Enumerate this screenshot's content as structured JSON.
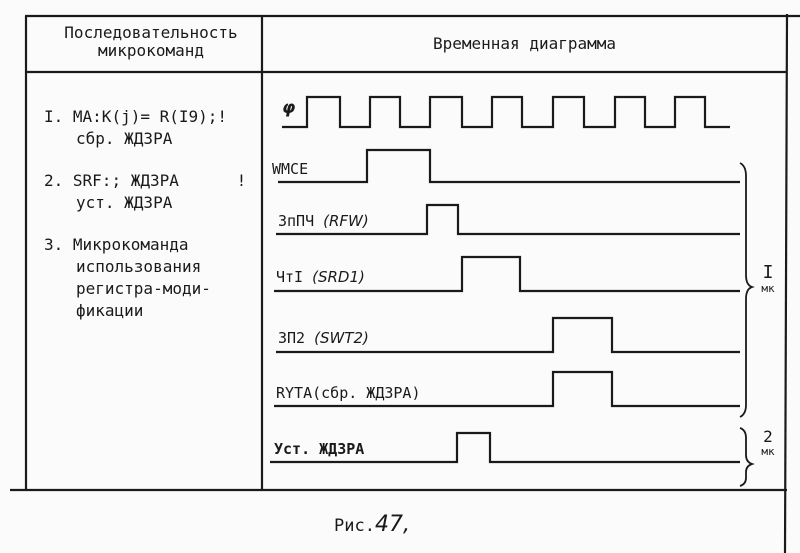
{
  "table": {
    "header_left": [
      "Последовательность",
      "микрокоманд"
    ],
    "header_right": "Временная диаграмма"
  },
  "sequence": [
    {
      "num": "I.",
      "line1": "MA:K(j)= R(I9);!",
      "line2": "сбр. ЖДЗРА"
    },
    {
      "num": "2.",
      "line1": "SRF:; ЖДЗРА      !",
      "line2": "уст. ЖДЗРА"
    },
    {
      "num": "3.",
      "line1": "Микрокоманда",
      "line2": "использования",
      "line3": "регистра-моди-",
      "line4": "фикации"
    }
  ],
  "signals": {
    "clock": "φ",
    "wmce": "WMCE",
    "zppch": {
      "main": "ЗпПЧ",
      "alt": "(RFW)"
    },
    "cht1": {
      "main": "ЧтI",
      "alt": "(SRD1)"
    },
    "zp2": {
      "main": "ЗП2",
      "alt": "(SWT2)"
    },
    "ryta": "RYTA(сбр. ЖДЗРА)",
    "ust": "Уст. ЖДЗРА"
  },
  "braces": {
    "group1": {
      "num": "I",
      "unit": "мк"
    },
    "group2": {
      "num": "2",
      "unit": "мк"
    }
  },
  "caption": {
    "prefix": "Рис.",
    "number": "47,"
  },
  "colors": {
    "ink": "#1a1a1a",
    "paper": "#fbfbfb"
  }
}
